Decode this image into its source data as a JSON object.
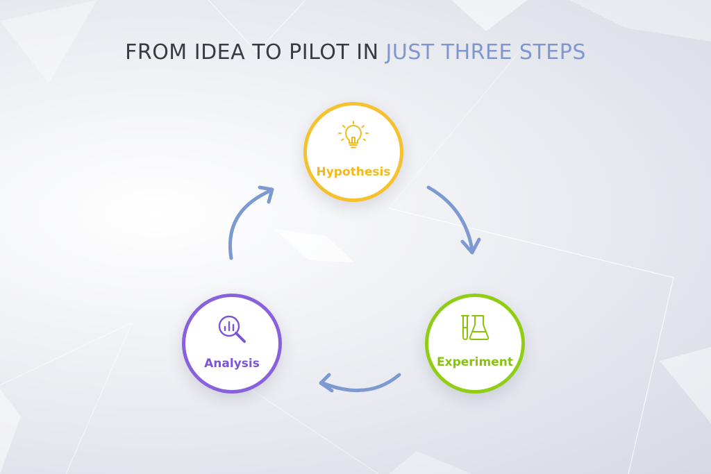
{
  "title": {
    "part1": "FROM IDEA TO PILOT IN ",
    "part2": "JUST THREE STEPS"
  },
  "steps": [
    {
      "label": "Hypothesis",
      "icon": "lightbulb-icon",
      "color": "#f6c12e"
    },
    {
      "label": "Experiment",
      "icon": "flasks-icon",
      "color": "#8fce13"
    },
    {
      "label": "Analysis",
      "icon": "magnifier-chart-icon",
      "color": "#8a61dc"
    }
  ],
  "arrow_color": "#7d9ad0"
}
